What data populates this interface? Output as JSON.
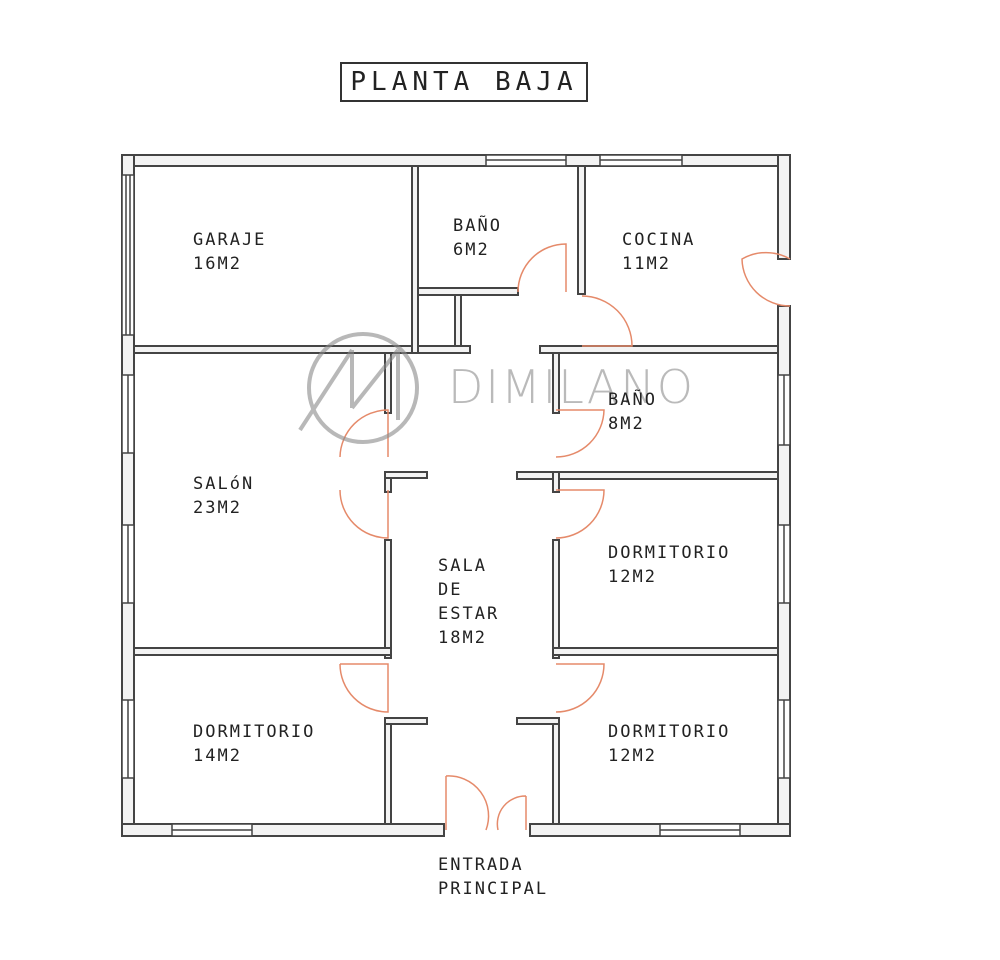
{
  "title": "PLANTA BAJA",
  "watermark": {
    "brand": "DIMILANO"
  },
  "colors": {
    "wall": "#444444",
    "wall_fill": "#f3f3f3",
    "door_swing": "#e58a6a",
    "watermark": "#8a8a8a"
  },
  "rooms": {
    "garaje": {
      "name": "GARAJE",
      "area": "16M2"
    },
    "bano_1": {
      "name": "BAÑO",
      "area": "6M2"
    },
    "cocina": {
      "name": "COCINA",
      "area": "11M2"
    },
    "bano_2": {
      "name": "BAÑO",
      "area": "8M2"
    },
    "salon": {
      "name": "SALóN",
      "area": "23M2"
    },
    "sala_estar": {
      "name_1": "SALA",
      "name_2": "DE",
      "name_3": "ESTAR",
      "area": "18M2"
    },
    "dormitorio_1": {
      "name": "DORMITORIO",
      "area": "12M2"
    },
    "dormitorio_2": {
      "name": "DORMITORIO",
      "area": "14M2"
    },
    "dormitorio_3": {
      "name": "DORMITORIO",
      "area": "12M2"
    }
  },
  "entrance": {
    "line_1": "ENTRADA",
    "line_2": "PRINCIPAL"
  }
}
